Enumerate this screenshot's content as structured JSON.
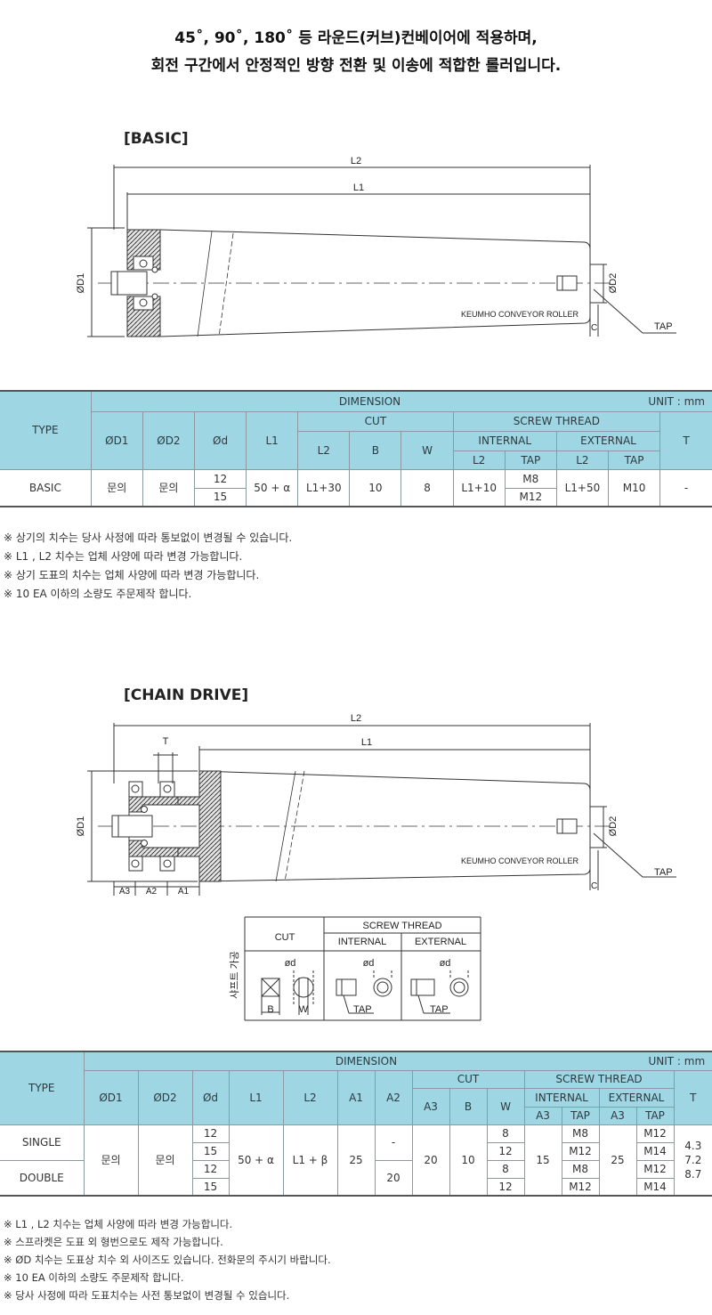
{
  "intro": [
    "45˚, 90˚, 180˚ 등 라운드(커브)컨베이어에 적용하며,",
    "회전 구간에서 안정적인 방향 전환 및 이송에 적합한 롤러입니다."
  ],
  "basic": {
    "title": "[BASIC]",
    "drawing": {
      "l2": "L2",
      "l1": "L1",
      "d1": "ØD1",
      "d2": "ØD2",
      "brand": "KEUMHO CONVEYOR ROLLER",
      "c": "C",
      "tap": "TAP"
    },
    "table": {
      "type": "TYPE",
      "dimension": "DIMENSION",
      "unit": "UNIT : mm",
      "d1": "ØD1",
      "d2": "ØD2",
      "d": "Ød",
      "l1": "L1",
      "cut": "CUT",
      "screw": "SCREW THREAD",
      "l2": "L2",
      "b": "B",
      "w": "W",
      "internal": "INTERNAL",
      "external": "EXTERNAL",
      "sub_l2": "L2",
      "sub_tap": "TAP",
      "sub_l2b": "L2",
      "sub_tapb": "TAP",
      "t": "T",
      "row": {
        "type": "BASIC",
        "d1": "문의",
        "d2": "문의",
        "d_a": "12",
        "d_b": "15",
        "l1": "50 + α",
        "l2": "L1+30",
        "b": "10",
        "w": "8",
        "int_l2": "L1+10",
        "int_tap_a": "M8",
        "int_tap_b": "M12",
        "ext_l2": "L1+50",
        "ext_tap": "M10",
        "t": "-"
      }
    },
    "notes": [
      "※ 상기의 치수는 당사 사정에 따라 통보없이 변경될 수 있습니다.",
      "※ L1 , L2 치수는 업체 사양에 따라 변경 가능합니다.",
      "※ 상기 도표의 치수는 업체 사양에 따라 변경 가능합니다.",
      "※ 10 EA 이하의 소량도 주문제작 합니다."
    ]
  },
  "chain": {
    "title": "[CHAIN DRIVE]",
    "drawing": {
      "l2": "L2",
      "l1": "L1",
      "t": "T",
      "d1": "ØD1",
      "d2": "ØD2",
      "brand": "KEUMHO CONVEYOR ROLLER",
      "c": "C",
      "tap": "TAP",
      "a3": "A3",
      "a2": "A2",
      "a1": "A1"
    },
    "shaft": {
      "side": "샤프트 가공",
      "cut": "CUT",
      "screw": "SCREW THREAD",
      "internal": "INTERNAL",
      "external": "EXTERNAL",
      "d1": "ød",
      "d2": "ød",
      "d3": "ød",
      "b": "B",
      "w": "W",
      "tap1": "TAP",
      "tap2": "TAP"
    },
    "table": {
      "type": "TYPE",
      "dimension": "DIMENSION",
      "unit": "UNIT : mm",
      "d1": "ØD1",
      "d2": "ØD2",
      "d": "Ød",
      "l1": "L1",
      "l2": "L2",
      "a1": "A1",
      "a2": "A2",
      "cut": "CUT",
      "screw": "SCREW THREAD",
      "t": "T",
      "a3": "A3",
      "b": "B",
      "w": "W",
      "internal": "INTERNAL",
      "external": "EXTERNAL",
      "int_a3": "A3",
      "int_tap": "TAP",
      "ext_a3": "A3",
      "ext_tap": "TAP",
      "single": "SINGLE",
      "double": "DOUBLE",
      "d1v": "문의",
      "d2v": "문의",
      "dv": [
        "12",
        "15",
        "12",
        "15"
      ],
      "l1v": "50 + α",
      "l2v": "L1 + β",
      "a1v": "25",
      "a2_single": "-",
      "a2_double": "20",
      "a3v": "20",
      "bv": "10",
      "wv": [
        "8",
        "12",
        "8",
        "12"
      ],
      "int_a3v": "15",
      "int_tapv": [
        "M8",
        "M12",
        "M8",
        "M12"
      ],
      "ext_a3v": "25",
      "ext_tapv": [
        "M12",
        "M14",
        "M12",
        "M14"
      ],
      "tv": [
        "4.3",
        "7.2",
        "8.7"
      ]
    },
    "notes": [
      "※ L1 , L2 치수는 업체 사양에 따라 변경 가능합니다.",
      "※ 스프라켓은 도표 외 형번으로도 제작 가능합니다.",
      "※ ØD 치수는 도표상 치수 외 사이즈도 있습니다. 전화문의 주시기 바랍니다.",
      "※ 10 EA 이하의 소량도 주문제작 합니다.",
      "※ 당사 사정에 따라 도표치수는 사전 통보없이 변경될 수 있습니다."
    ]
  }
}
